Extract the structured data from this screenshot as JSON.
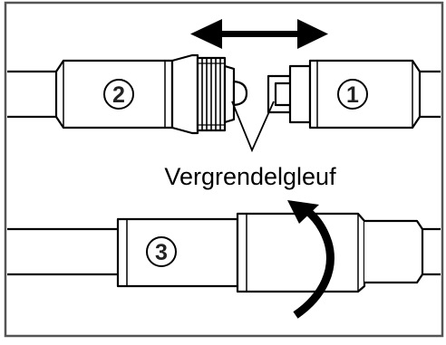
{
  "diagram": {
    "label": "Vergrendelgleuf",
    "part_numbers": {
      "part1": "1",
      "part2": "2",
      "part3": "3"
    }
  },
  "colors": {
    "line": "#000000",
    "frame": "#555555",
    "fill": "#ffffff"
  },
  "icons": {
    "top_arrow": "double-headed-horizontal-arrow",
    "bottom_arrow": "curved-rotation-arrow"
  }
}
